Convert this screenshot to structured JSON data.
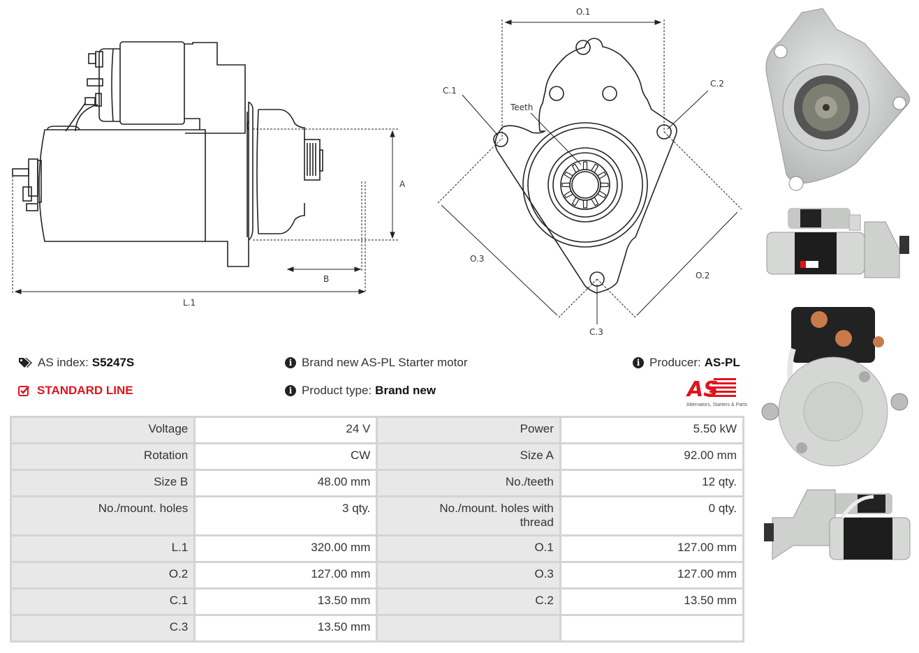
{
  "drawings": {
    "side_view": {
      "labels": {
        "a": "A",
        "b": "B",
        "l1": "L.1"
      }
    },
    "front_view": {
      "labels": {
        "o1": "O.1",
        "o2": "O.2",
        "o3": "O.3",
        "c1": "C.1",
        "c2": "C.2",
        "c3": "C.3",
        "teeth": "Teeth"
      }
    }
  },
  "info": {
    "as_index_label": "AS index:",
    "as_index_value": "S5247S",
    "standard_line": "STANDARD LINE",
    "description": "Brand new AS-PL Starter motor",
    "product_type_label": "Product type:",
    "product_type_value": "Brand new",
    "producer_label": "Producer:",
    "producer_value": "AS-PL",
    "logo_text": "AS",
    "logo_tagline": "Alternators, Starters & Parts"
  },
  "icons": {
    "tag": "tags-icon",
    "check": "check-square-icon",
    "info": "info-circle-icon"
  },
  "colors": {
    "accent_red": "#e0141e",
    "label_bg": "#e8e8e8",
    "border": "#d4d4d4"
  },
  "specs": [
    {
      "l1": "Voltage",
      "v1": "24 V",
      "l2": "Power",
      "v2": "5.50 kW"
    },
    {
      "l1": "Rotation",
      "v1": "CW",
      "l2": "Size A",
      "v2": "92.00 mm"
    },
    {
      "l1": "Size B",
      "v1": "48.00 mm",
      "l2": "No./teeth",
      "v2": "12 qty."
    },
    {
      "l1": "No./mount. holes",
      "v1": "3 qty.",
      "l2": "No./mount. holes with thread",
      "v2": "0 qty."
    },
    {
      "l1": "L.1",
      "v1": "320.00 mm",
      "l2": "O.1",
      "v2": "127.00 mm"
    },
    {
      "l1": "O.2",
      "v1": "127.00 mm",
      "l2": "O.3",
      "v2": "127.00 mm"
    },
    {
      "l1": "C.1",
      "v1": "13.50 mm",
      "l2": "C.2",
      "v2": "13.50 mm"
    },
    {
      "l1": "C.3",
      "v1": "13.50 mm",
      "l2": "",
      "v2": ""
    }
  ],
  "photos": [
    {
      "name": "front-pinion-photo"
    },
    {
      "name": "side-view-photo"
    },
    {
      "name": "rear-view-photo"
    },
    {
      "name": "side-view-mirrored-photo"
    }
  ]
}
